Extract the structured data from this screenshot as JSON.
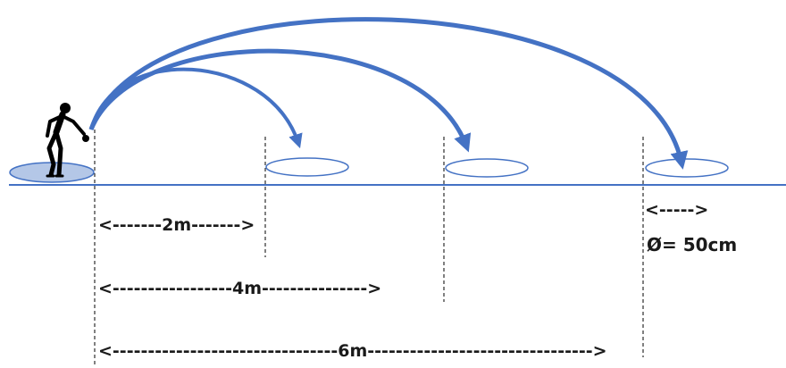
{
  "throws": [
    {
      "distance_label": "<-------2m------->"
    },
    {
      "distance_label": "<-----------------4m--------------->"
    },
    {
      "distance_label": "<--------------------------------6m-------------------------------->"
    }
  ],
  "target_diameter": {
    "arrow_label": "<----->",
    "text": "Ø= 50cm"
  },
  "colors": {
    "arc": "#4472c4",
    "ground": "#4472c4",
    "start_disc_fill": "#b4c7e7",
    "target_stroke": "#4472c4",
    "guide_line": "#000000",
    "figure": "#000000"
  },
  "icons": {
    "thrower": "person-throwing-icon"
  }
}
